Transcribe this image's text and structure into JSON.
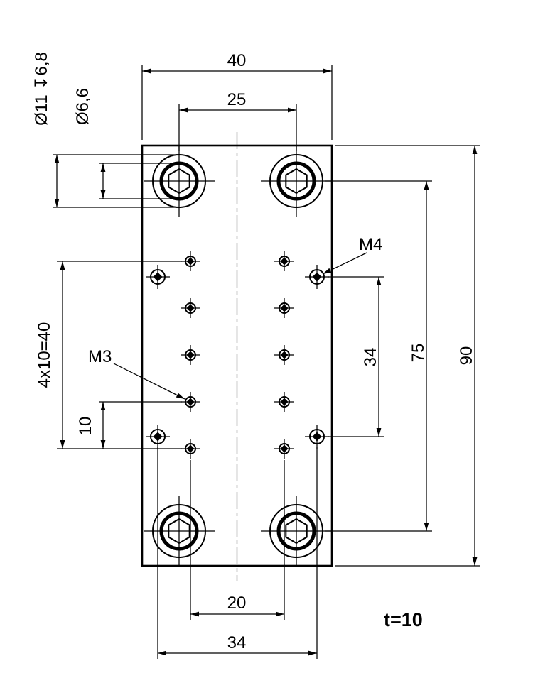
{
  "drawing": {
    "dims": {
      "top_overall_width": "40",
      "top_hole_pitch": "25",
      "right_overall_height": "90",
      "right_hole_pitch": "75",
      "right_m4_pitch": "34",
      "left_m3_pattern": "4x10=40",
      "left_m3_pitch": "10",
      "bottom_m3_pitch": "20",
      "bottom_m4_pitch": "34"
    },
    "callouts": {
      "counterbore": "Ø11 ↧6,8",
      "through_hole": "Ø6,6",
      "m3": "M3",
      "m4": "M4",
      "thickness": "t=10"
    }
  }
}
